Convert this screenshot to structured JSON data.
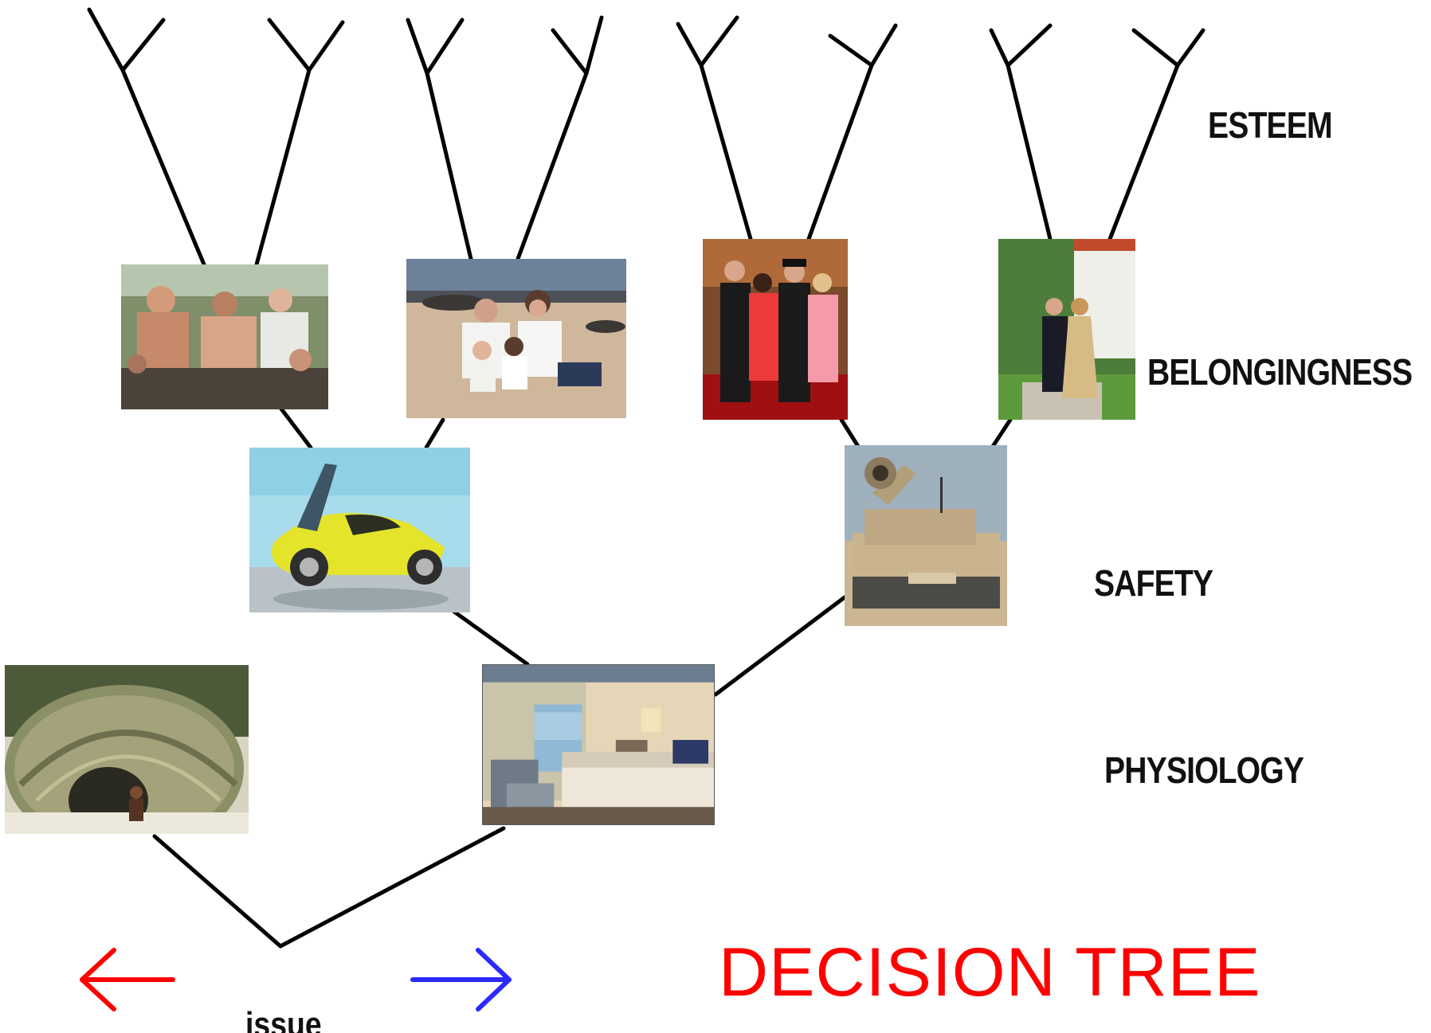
{
  "title": "DECISION TREE",
  "root_label": "issue",
  "levels": {
    "esteem": "ESTEEM",
    "belongingness": "BELONGINGNESS",
    "safety": "SAFETY",
    "physiology": "PHYSIOLOGY"
  },
  "colors": {
    "title": "#ff0000",
    "left_arrow": "#ff0000",
    "right_arrow": "#2a2aff",
    "branches": "#000000"
  },
  "arrows": {
    "left": "left-arrow",
    "right": "right-arrow"
  },
  "photos": [
    "brush-shelter",
    "hotel-room",
    "concept-car",
    "army-tank",
    "crowd-party",
    "family-beach",
    "couples-evening",
    "formal-couple"
  ]
}
